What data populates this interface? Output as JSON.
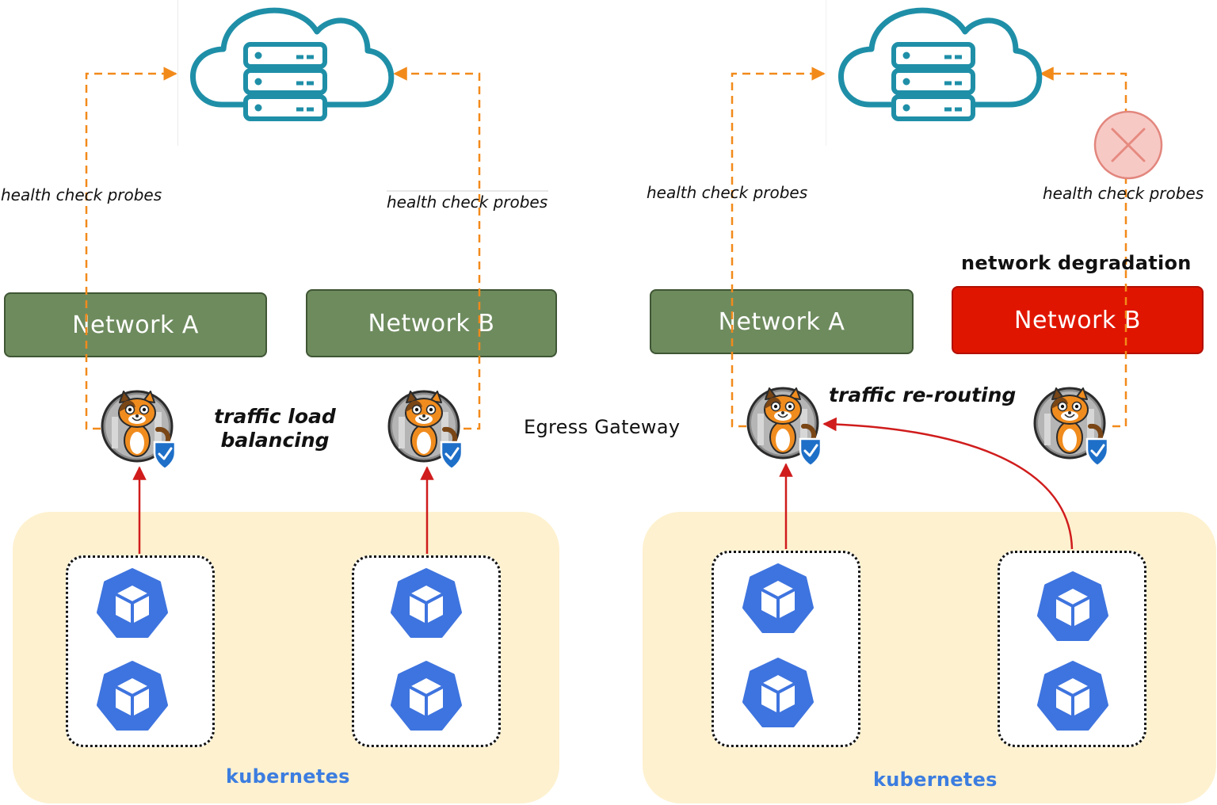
{
  "left": {
    "probe_label_a": "health check probes",
    "probe_label_b": "health check probes",
    "network_a": "Network A",
    "network_b": "Network B",
    "traffic_label_line1": "traffic load",
    "traffic_label_line2": "balancing",
    "kubernetes_label": "kubernetes"
  },
  "center": {
    "egress_label": "Egress Gateway"
  },
  "right": {
    "probe_label_a": "health check probes",
    "probe_label_b": "health check probes",
    "network_a": "Network A",
    "network_b": "Network B",
    "degradation_label": "network degradation",
    "traffic_label": "traffic re-routing",
    "kubernetes_label": "kubernetes"
  },
  "icons": {
    "cloud": "cloud-server-icon",
    "gateway": "cat-mascot-shield-icon",
    "pod": "kubernetes-cube-icon",
    "failure": "x-circle-icon"
  },
  "colors": {
    "probe_arrow": "#f28a1a",
    "traffic_arrow": "#d01c1c",
    "network_ok": "#6e8b5e",
    "network_degraded": "#e01500",
    "kubernetes_bg": "#fef1cf",
    "kubernetes_label": "#3c7de0",
    "cloud_stroke": "#1f8fa8",
    "cube_blue": "#3e74df"
  }
}
